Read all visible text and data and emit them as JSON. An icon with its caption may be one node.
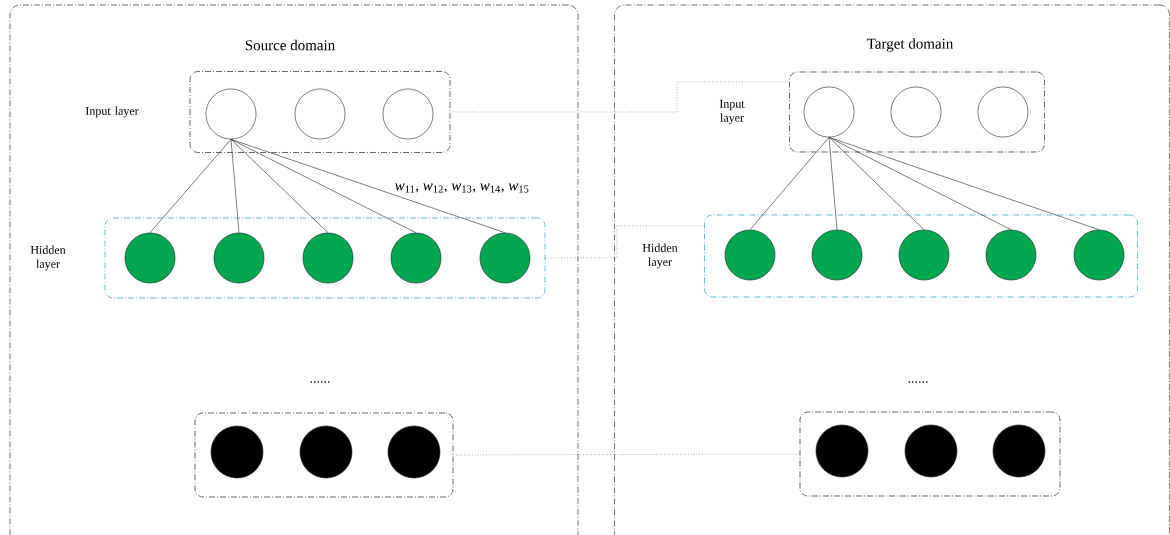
{
  "diagram": {
    "nodes": [
      {
        "text": [
          "Source domain"
        ]
      },
      {
        "text": [
          "Input layer"
        ],
        "in": 0
      },
      {
        "text": [],
        "shape": "circle",
        "in": 1
      },
      {
        "text": [],
        "shape": "circle",
        "in": 1
      },
      {
        "text": [],
        "shape": "circle",
        "in": 1
      },
      {
        "text": [
          "Hidden layer"
        ],
        "in": 0
      },
      {
        "text": [],
        "shape": "circle",
        "in": 5
      },
      {
        "text": [],
        "shape": "circle",
        "in": 5
      },
      {
        "text": [],
        "shape": "circle",
        "in": 5
      },
      {
        "text": [],
        "shape": "circle",
        "in": 5
      },
      {
        "text": [],
        "shape": "circle",
        "in": 5
      },
      {
        "text": [],
        "shape": "box",
        "in": 0
      },
      {
        "text": [],
        "shape": "circle",
        "in": 11
      },
      {
        "text": [],
        "shape": "circle",
        "in": 11
      },
      {
        "text": [],
        "shape": "circle",
        "in": 11
      },
      {
        "text": [
          "Target domain"
        ]
      },
      {
        "text": [
          "Input layer"
        ],
        "in": 15
      },
      {
        "text": [],
        "shape": "circle",
        "in": 16
      },
      {
        "text": [],
        "shape": "circle",
        "in": 16
      },
      {
        "text": [],
        "shape": "circle",
        "in": 16
      },
      {
        "text": [
          "Hidden layer"
        ],
        "in": 15
      },
      {
        "text": [],
        "shape": "circle",
        "in": 20
      },
      {
        "text": [],
        "shape": "circle",
        "in": 20
      },
      {
        "text": [],
        "shape": "circle",
        "in": 20
      },
      {
        "text": [],
        "shape": "circle",
        "in": 20
      },
      {
        "text": [],
        "shape": "circle",
        "in": 20
      },
      {
        "text": [],
        "shape": "box",
        "in": 15
      },
      {
        "text": [],
        "shape": "circle",
        "in": 26
      },
      {
        "text": [],
        "shape": "circle",
        "in": 26
      },
      {
        "text": [],
        "shape": "circle",
        "in": 26
      }
    ],
    "edges": [
      {
        "from": 2,
        "to": 6,
        "arrow": "none"
      },
      {
        "from": 2,
        "to": 7,
        "arrow": "none"
      },
      {
        "from": 2,
        "to": 8,
        "arrow": "none"
      },
      {
        "from": 2,
        "to": 9,
        "arrow": "none"
      },
      {
        "from": 2,
        "to": 10,
        "arrow": "none"
      },
      {
        "from": 17,
        "to": 21,
        "arrow": "none"
      },
      {
        "from": 17,
        "to": 22,
        "arrow": "none"
      },
      {
        "from": 17,
        "to": 23,
        "arrow": "none"
      },
      {
        "from": 17,
        "to": 24,
        "arrow": "none"
      },
      {
        "from": 17,
        "to": 25,
        "arrow": "none"
      },
      {
        "from": 1,
        "to": 16,
        "arrow": "none",
        "style": "dashed"
      },
      {
        "from": 5,
        "to": 20,
        "arrow": "none",
        "style": "dashed"
      },
      {
        "from": 11,
        "to": 26,
        "arrow": "none",
        "style": "dashed"
      }
    ],
    "labels": [
      "*w*$_{11}$, *w*$_{12}$, *w*$_{13}$, *w*$_{14}$, *w*$_{15}$",
      "......",
      "......"
    ]
  }
}
